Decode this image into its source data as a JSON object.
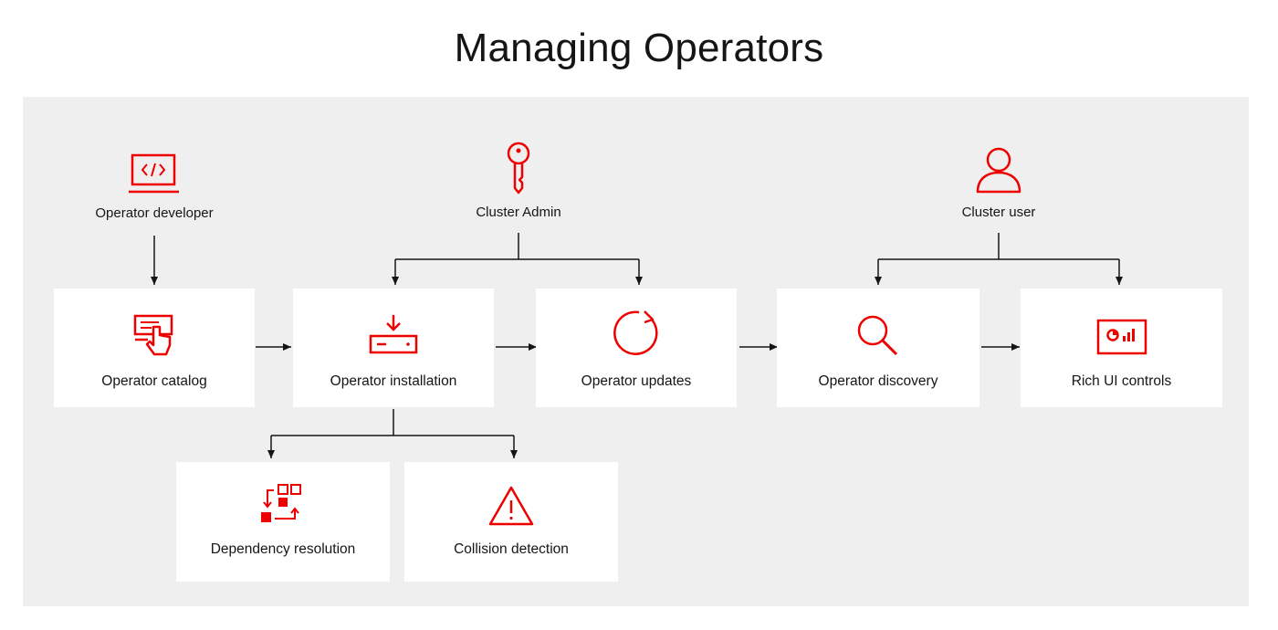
{
  "title": "Managing Operators",
  "colors": {
    "accent": "#ee0000",
    "panel": "#efefef",
    "line": "#151515"
  },
  "personas": {
    "developer": {
      "label": "Operator developer",
      "icon": "code-monitor-icon"
    },
    "admin": {
      "label": "Cluster Admin",
      "icon": "key-icon"
    },
    "user": {
      "label": "Cluster user",
      "icon": "user-icon"
    }
  },
  "boxes": {
    "catalog": {
      "label": "Operator catalog",
      "icon": "catalog-hand-icon"
    },
    "installation": {
      "label": "Operator installation",
      "icon": "install-download-icon"
    },
    "updates": {
      "label": "Operator updates",
      "icon": "refresh-circle-icon"
    },
    "discovery": {
      "label": "Operator discovery",
      "icon": "magnifier-icon"
    },
    "rich_ui": {
      "label": "Rich UI controls",
      "icon": "dashboard-icon"
    },
    "dependency": {
      "label": "Dependency resolution",
      "icon": "dependency-blocks-icon"
    },
    "collision": {
      "label": "Collision detection",
      "icon": "warning-triangle-icon"
    }
  }
}
